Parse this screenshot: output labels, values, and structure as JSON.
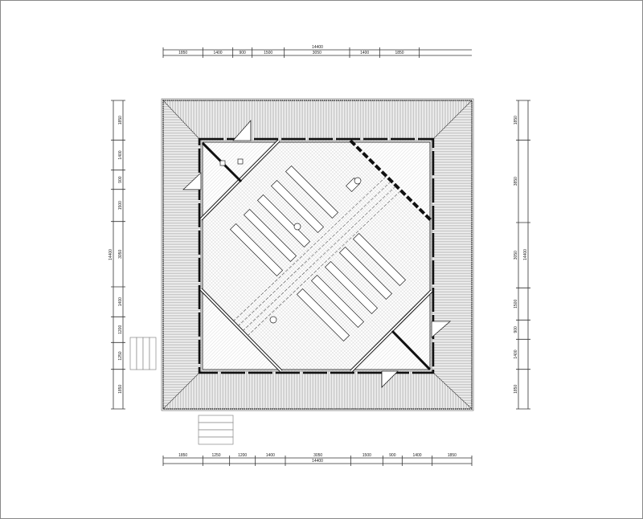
{
  "drawing": {
    "title": "Floor plan",
    "dimensions": {
      "top": {
        "total": "14400",
        "segments": [
          "1850",
          "1400",
          "900",
          "1500",
          "3050",
          "1400",
          "1850"
        ]
      },
      "bottom": {
        "total": "14400",
        "segments": [
          "1850",
          "1250",
          "1200",
          "1400",
          "3050",
          "1500",
          "900",
          "1400",
          "1850"
        ]
      },
      "left": {
        "total": "14400",
        "segments": [
          "1850",
          "1400",
          "900",
          "1500",
          "3050",
          "1400",
          "1200",
          "1250",
          "1850"
        ]
      },
      "right": {
        "total": "14400",
        "segments": [
          "1850",
          "3850",
          "3050",
          "1500",
          "900",
          "1400",
          "1850"
        ]
      }
    }
  }
}
